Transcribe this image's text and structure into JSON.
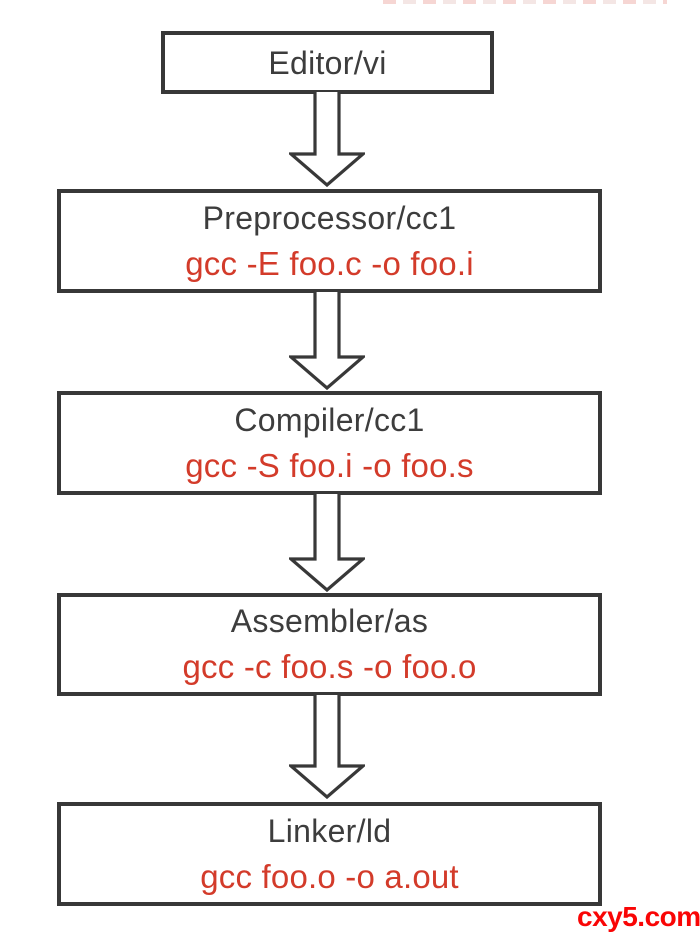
{
  "colors": {
    "background": "#ffffff",
    "box_border": "#383838",
    "title_text": "#3d3d3d",
    "command_text": "#d33b2a",
    "arrow_stroke": "#383838",
    "watermark_red": "#f90505"
  },
  "diagram": {
    "type": "flowchart",
    "direction": "top-down",
    "nodes": [
      {
        "id": "editor",
        "title": "Editor/vi",
        "command": null
      },
      {
        "id": "preprocessor",
        "title": "Preprocessor/cc1",
        "command": "gcc -E foo.c -o foo.i"
      },
      {
        "id": "compiler",
        "title": "Compiler/cc1",
        "command": "gcc -S foo.i -o foo.s"
      },
      {
        "id": "assembler",
        "title": "Assembler/as",
        "command": "gcc -c foo.s -o foo.o"
      },
      {
        "id": "linker",
        "title": "Linker/ld",
        "command": "gcc foo.o -o a.out"
      }
    ],
    "edges": [
      {
        "from": "editor",
        "to": "preprocessor"
      },
      {
        "from": "preprocessor",
        "to": "compiler"
      },
      {
        "from": "compiler",
        "to": "assembler"
      },
      {
        "from": "assembler",
        "to": "linker"
      }
    ]
  },
  "watermark": {
    "text": "cxy5.com"
  }
}
